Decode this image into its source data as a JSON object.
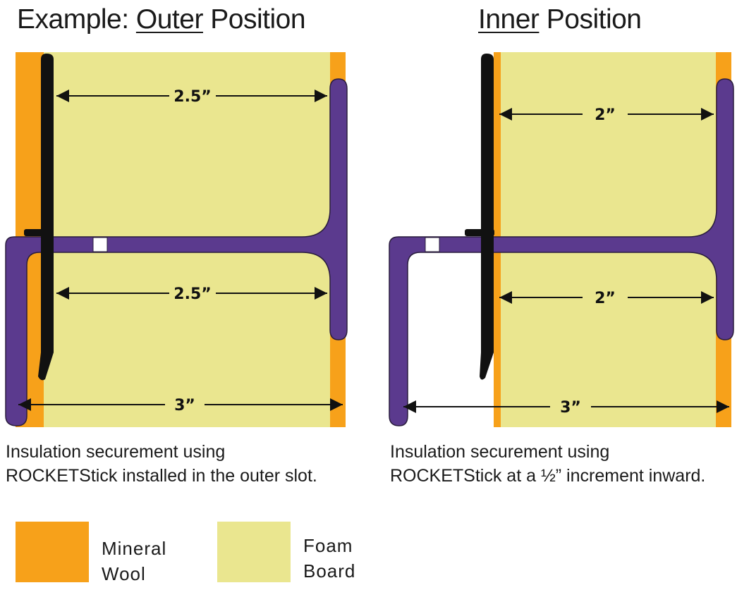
{
  "titles": {
    "left": {
      "prefix": "Example: ",
      "underlined": "Outer",
      "suffix": " Position"
    },
    "right": {
      "prefix": "",
      "underlined": "Inner",
      "suffix": " Position"
    }
  },
  "captions": {
    "left": [
      "Insulation securement using",
      "ROCKETStick installed in the outer slot."
    ],
    "right": [
      "Insulation securement using",
      "ROCKETStick at a ½” increment inward."
    ]
  },
  "dimensions": {
    "left_top": "2.5”",
    "left_mid": "2.5”",
    "left_bottom": "3”",
    "right_top": "2”",
    "right_mid": "2”",
    "right_bottom": "3”"
  },
  "legend": {
    "mineral_wool": {
      "line1": "Mineral",
      "line2": "Wool",
      "color": "#F7A11A"
    },
    "foam_board": {
      "line1": "Foam",
      "line2": "Board",
      "color": "#EAE68F"
    }
  },
  "colors": {
    "clip": "#5B3A8E",
    "stick": "#111111",
    "mineral_wool": "#F7A11A",
    "foam_board": "#EAE68F"
  }
}
